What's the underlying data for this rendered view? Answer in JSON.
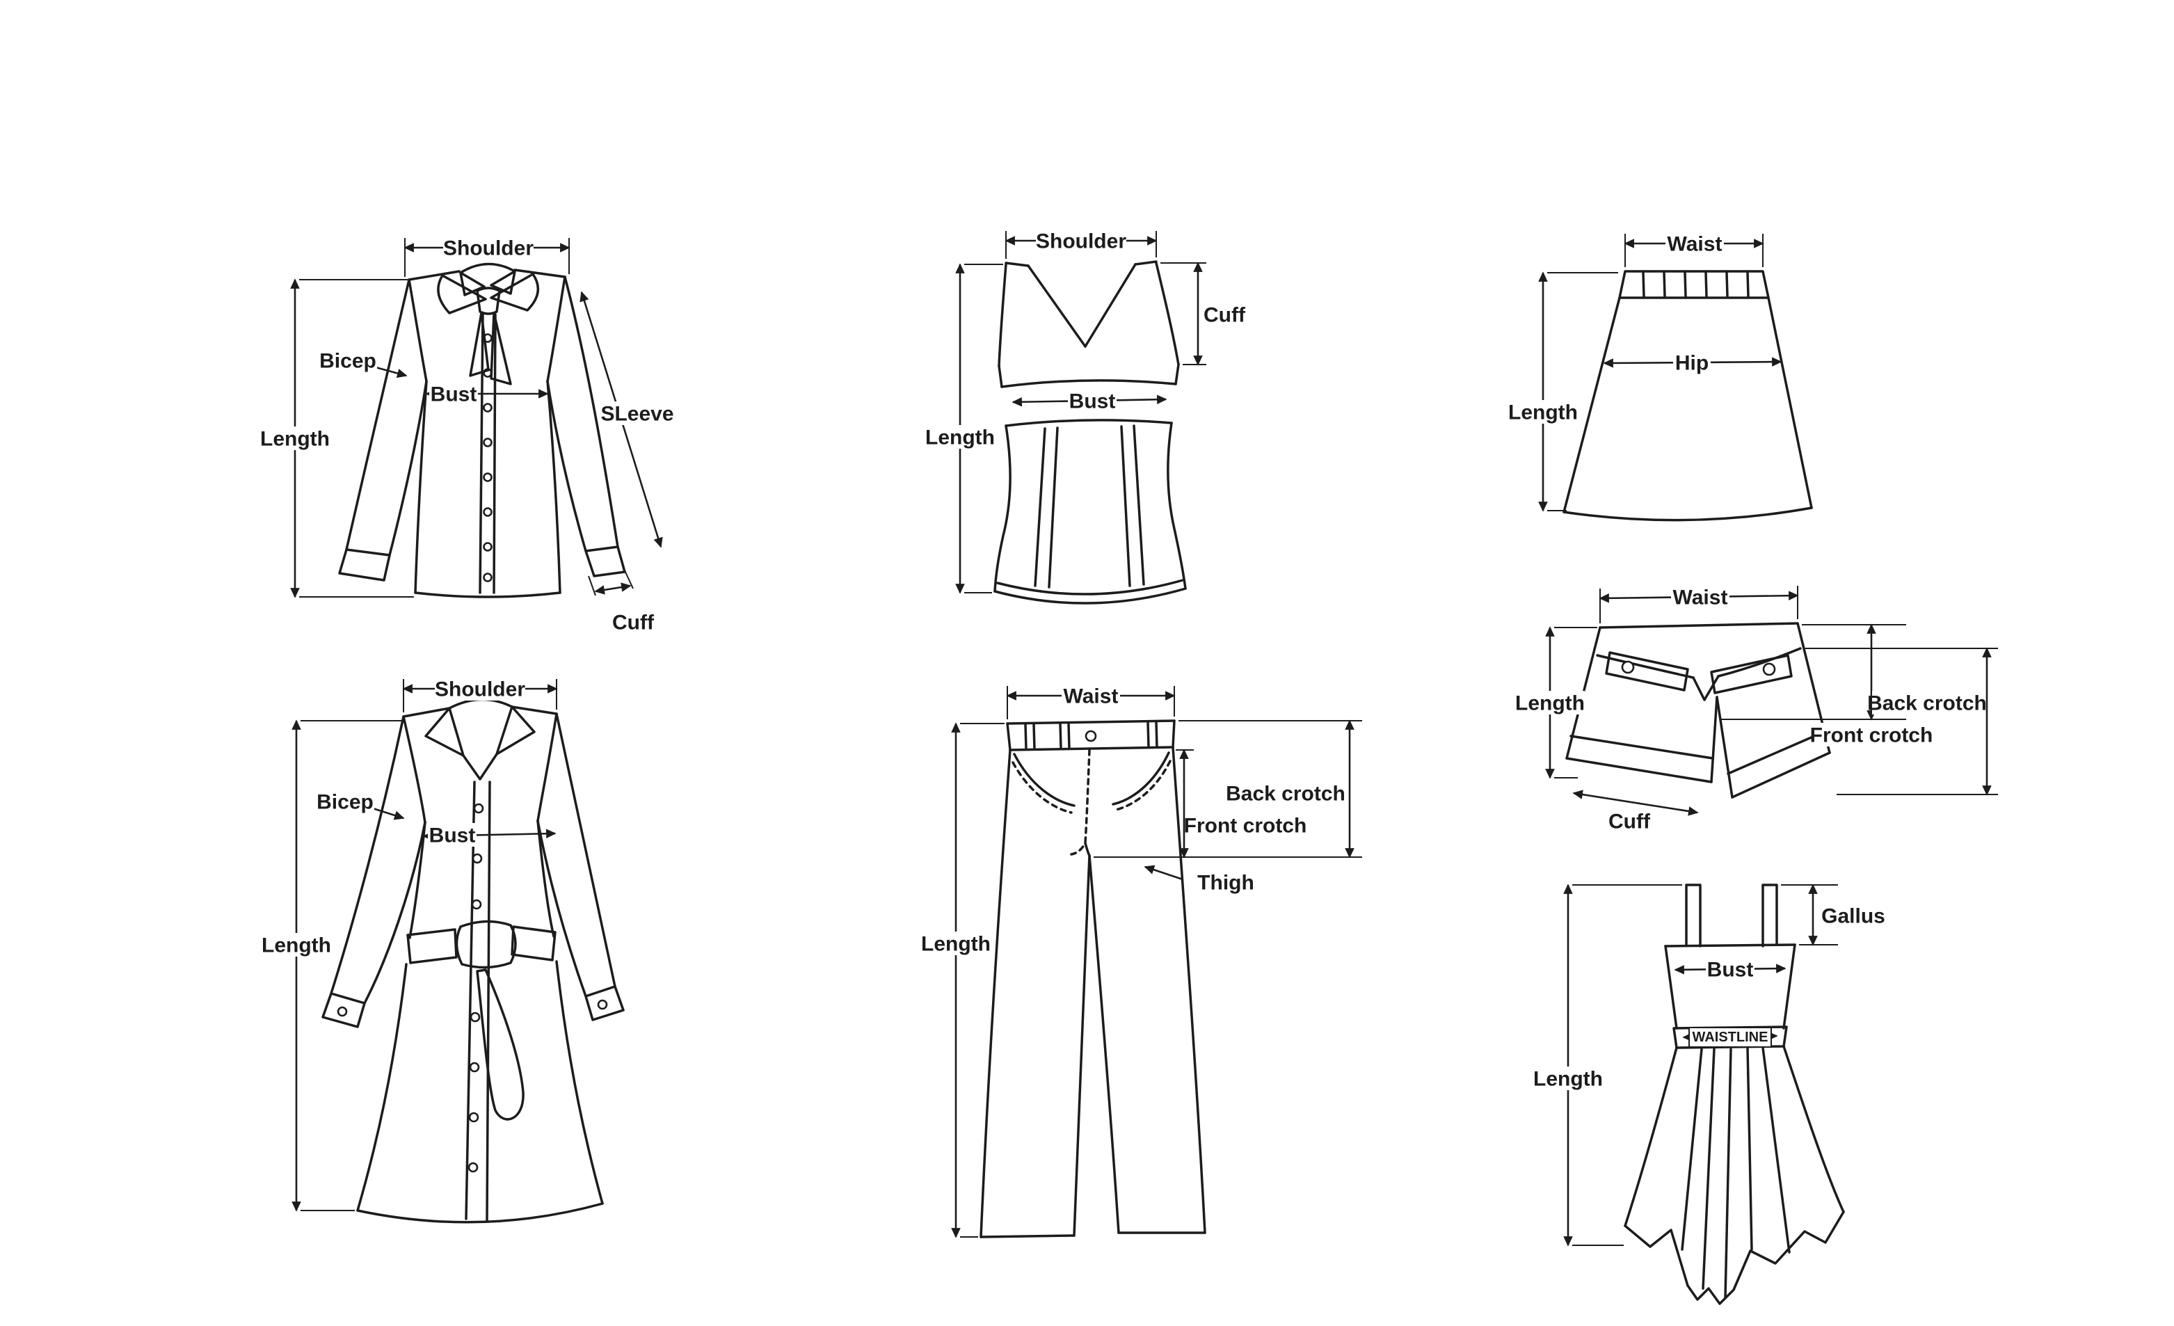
{
  "page": {
    "background": "#ffffff"
  },
  "colors": {
    "line": "#1c1c1c",
    "label_background": "#ffffff"
  },
  "diagrams": {
    "blouse": {
      "labels": {
        "shoulder": "Shoulder",
        "bicep": "Bicep",
        "bust": "Bust",
        "length": "Length",
        "sleeve": "SLeeve",
        "cuff": "Cuff"
      }
    },
    "tank_top": {
      "labels": {
        "shoulder": "Shoulder",
        "cuff": "Cuff",
        "bust": "Bust",
        "length": "Length"
      }
    },
    "skirt": {
      "labels": {
        "waist": "Waist",
        "hip": "Hip",
        "length": "Length"
      }
    },
    "shorts": {
      "labels": {
        "waist": "Waist",
        "length": "Length",
        "cuff": "Cuff",
        "front_crotch": "Front crotch",
        "back_crotch": "Back crotch"
      }
    },
    "coat": {
      "labels": {
        "shoulder": "Shoulder",
        "bicep": "Bicep",
        "bust": "Bust",
        "length": "Length"
      }
    },
    "pants": {
      "labels": {
        "waist": "Waist",
        "length": "Length",
        "back_crotch": "Back crotch",
        "front_crotch": "Front crotch",
        "thigh": "Thigh"
      }
    },
    "dress": {
      "labels": {
        "gallus": "Gallus",
        "bust": "Bust",
        "waistline": "WAISTLINE",
        "length": "Length"
      }
    }
  }
}
